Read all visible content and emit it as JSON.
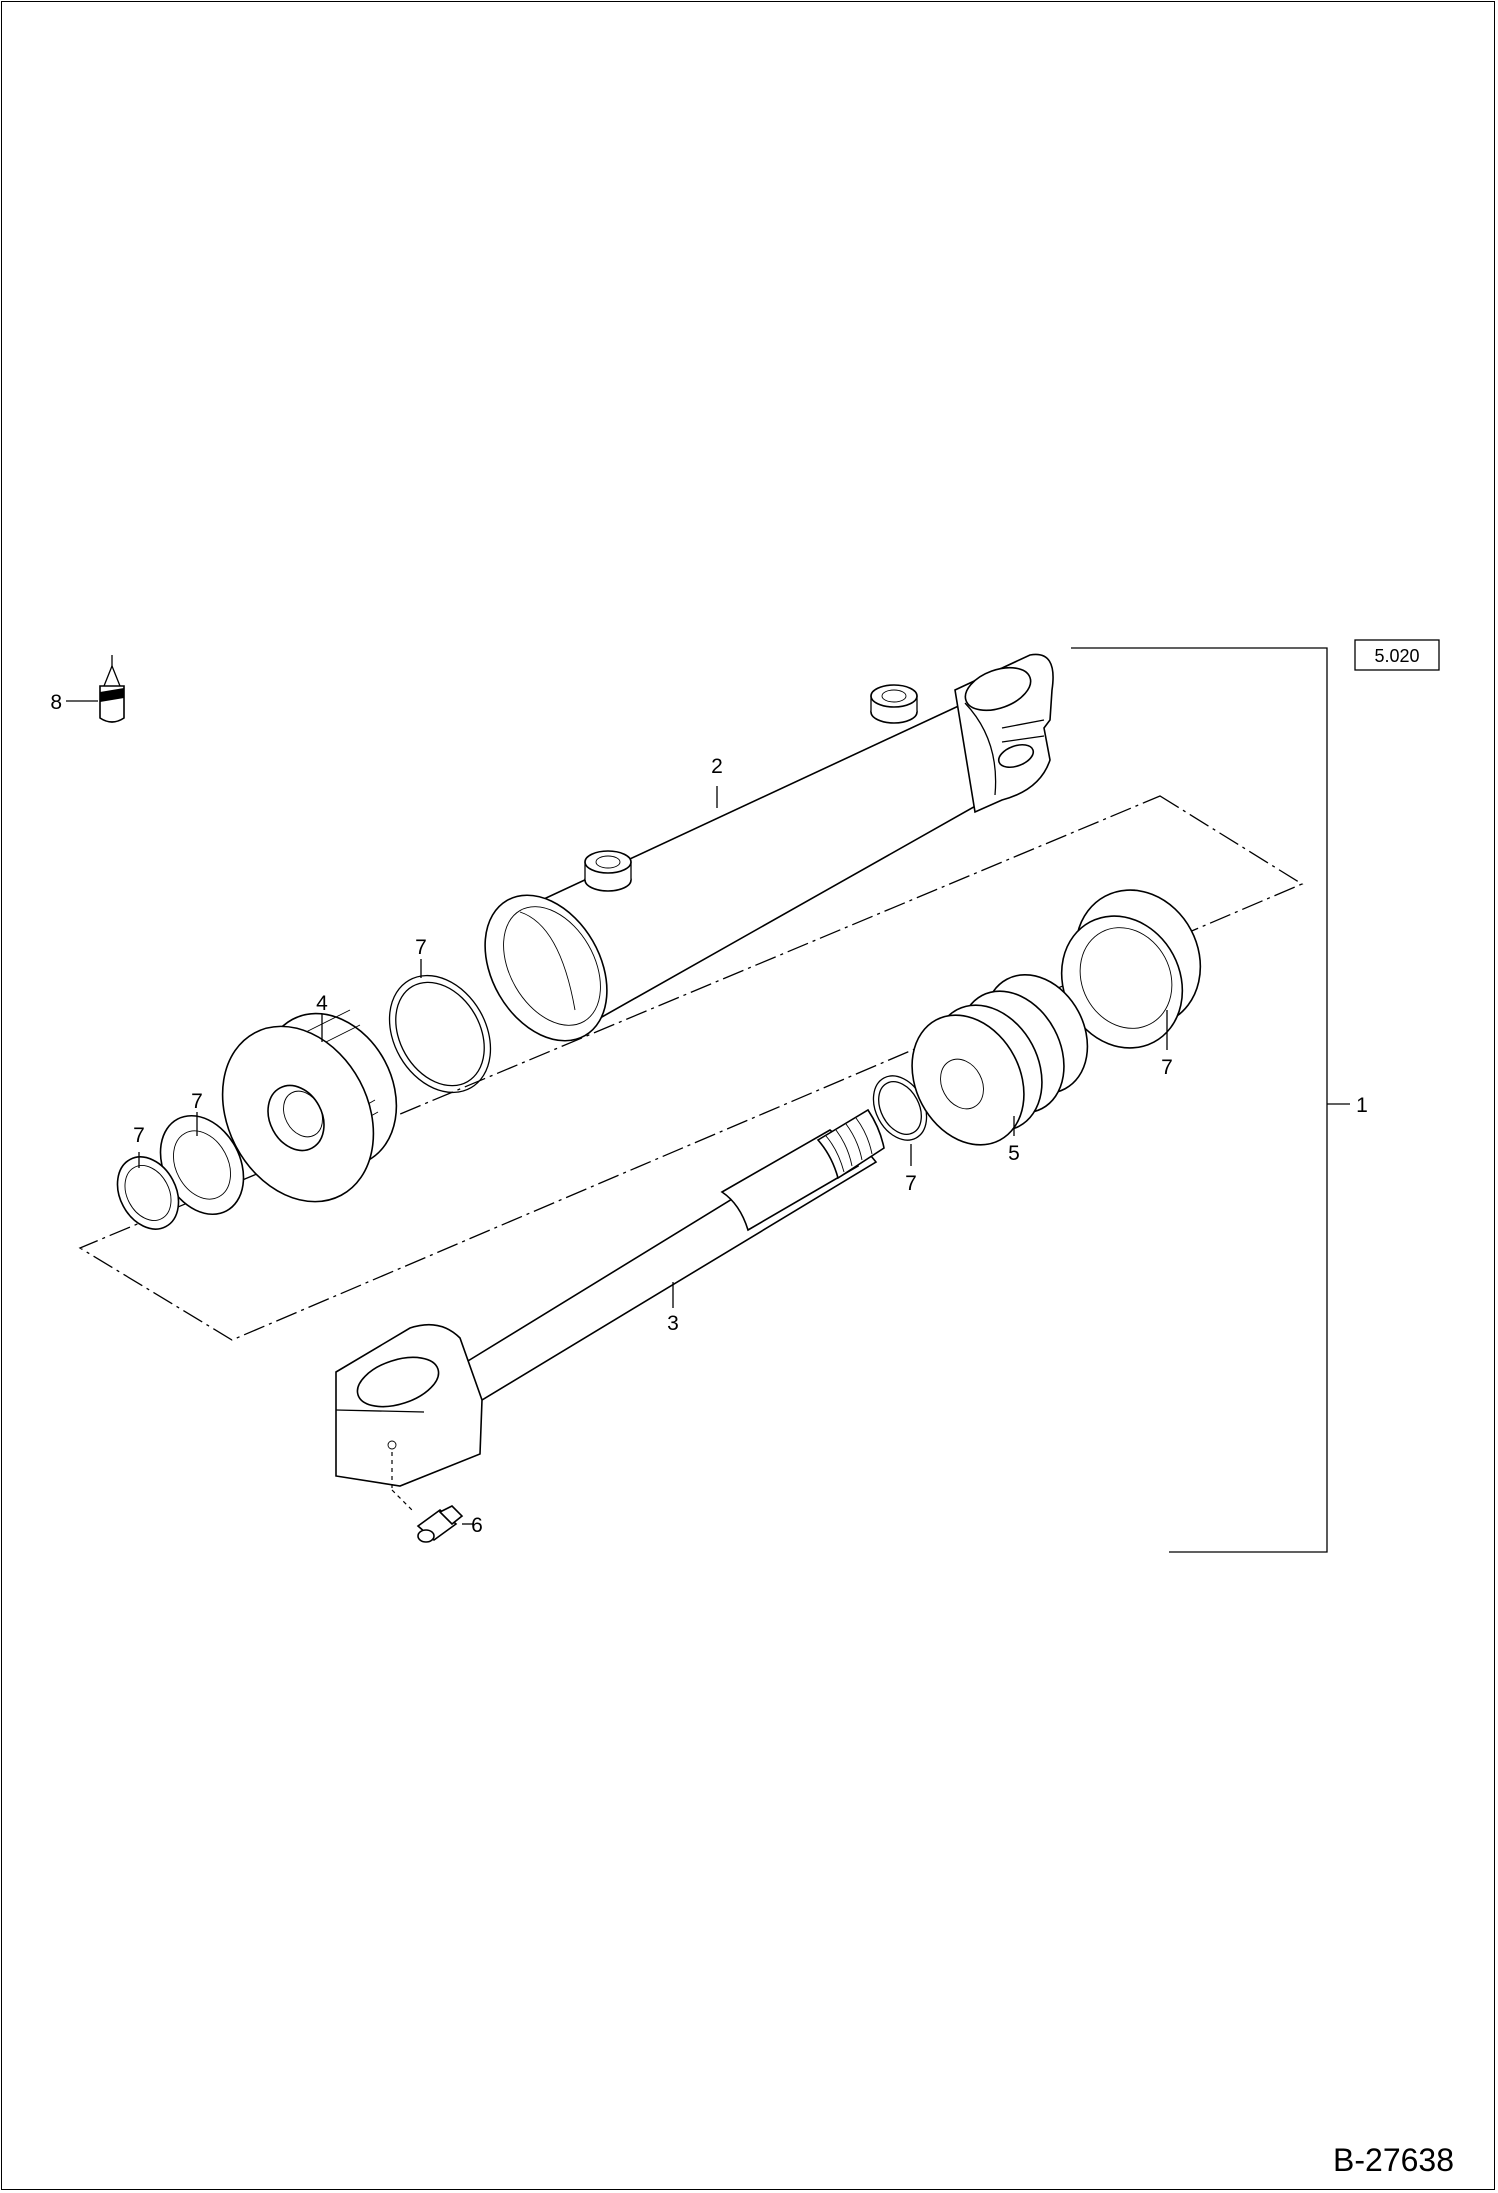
{
  "drawing": {
    "document_number": "B-27638",
    "reference_box": "5.020",
    "callouts": {
      "assembly": "1",
      "cylinder_tube": "2",
      "piston_rod": "3",
      "cylinder_head": "4",
      "piston": "5",
      "grease_nipple": "6",
      "seal_kit": "7",
      "adhesive": "8"
    }
  }
}
